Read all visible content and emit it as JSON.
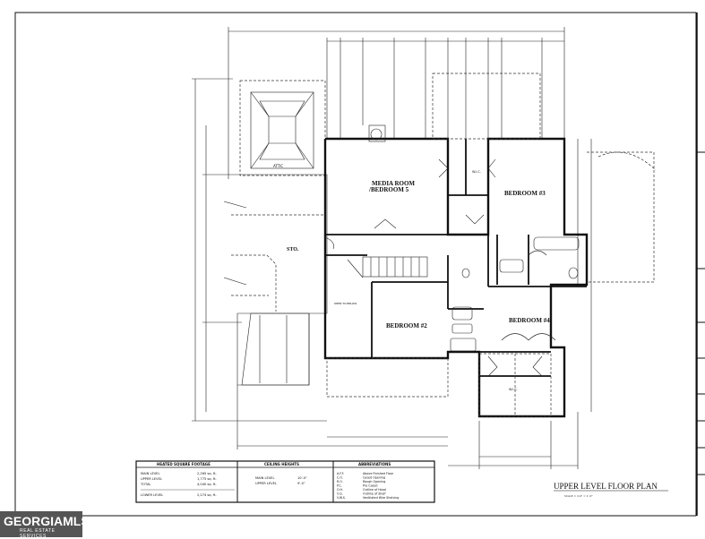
{
  "plan": {
    "title": "UPPER LEVEL FLOOR PLAN",
    "scale": "SCALE = 1/4\" = 1'-0\"",
    "rooms": {
      "media": "MEDIA ROOM",
      "media_sub": "/BEDROOM 5",
      "bed3": "BEDROOM #3",
      "bed2": "BEDROOM #2",
      "bed4": "BEDROOM #4",
      "sto": "STO.",
      "wic1": "W.I.C.",
      "wic2": "W.I.C.",
      "attic": "ATTIC",
      "open": "OPEN TO BELOW"
    }
  },
  "tables": {
    "footage": {
      "title": "HEATED SQUARE FOOTAGE",
      "rows": [
        {
          "label": "MAIN LEVEL",
          "value": "2,265 sq. ft."
        },
        {
          "label": "UPPER LEVEL",
          "value": "1,775 sq. ft."
        },
        {
          "label": "TOTAL",
          "value": "4,040 sq. ft."
        },
        {
          "label": "LOWER LEVEL",
          "value": "2,274 sq. ft."
        }
      ]
    },
    "ceiling": {
      "title": "CEILING HEIGHTS",
      "rows": [
        {
          "label": "MAIN LEVEL",
          "value": "10'-0\""
        },
        {
          "label": "UPPER LEVEL",
          "value": "9'-0\""
        }
      ]
    },
    "abbr": {
      "title": "ABBREVIATIONS",
      "rows": [
        {
          "code": "A.F.F.",
          "text": "Above Finished Floor"
        },
        {
          "code": "C.O.",
          "text": "Cased Opening"
        },
        {
          "code": "R.O.",
          "text": "Rough Opening"
        },
        {
          "code": "P.C.",
          "text": "Pre Cased"
        },
        {
          "code": "O.H.",
          "text": "Outline of Hood"
        },
        {
          "code": "O.S.",
          "text": "Outline of Shelf"
        },
        {
          "code": "V.W.S.",
          "text": "Ventilated Wire Shelving"
        }
      ]
    }
  },
  "logo": {
    "main": "GEORGIAMLS",
    "sub": "REAL ESTATE SERVICES"
  }
}
